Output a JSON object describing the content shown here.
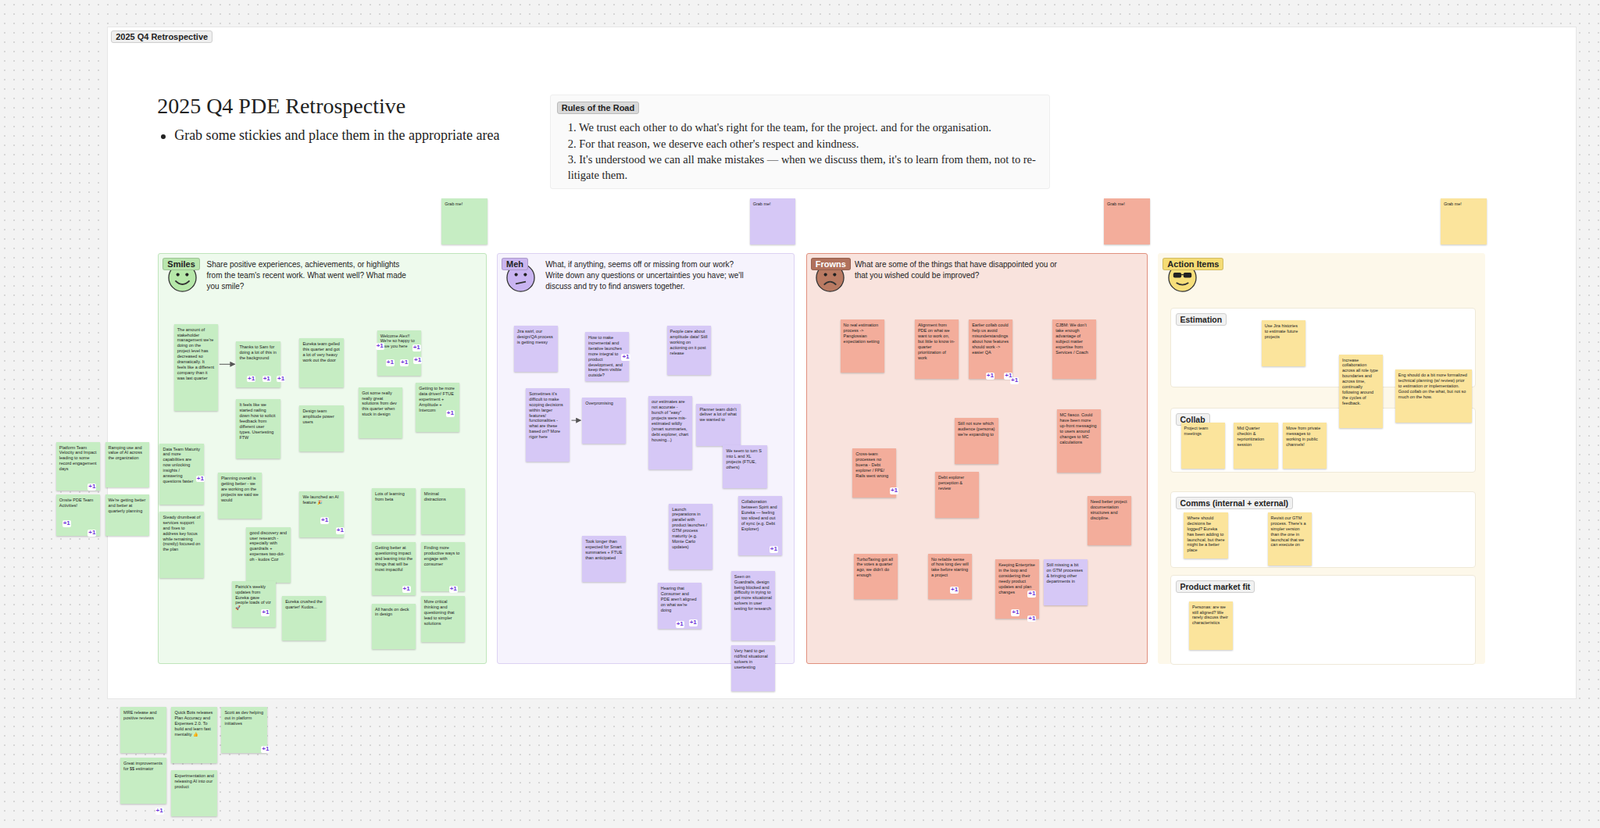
{
  "diagram": {
    "title": "2025 Q4 PDE Retrospective",
    "nodes": [
      {
        "text": [
          "2025 Q4 Retrospective"
        ]
      },
      {
        "text": [
          "Rules of the Road",
          "1. We trust each other to do what's right for the team, for the project. and for the organisation.",
          "2. For that reason, we deserve each other's respect and kindness.",
          "3. It's understood we can all make mistakes — when we discuss them, it's to learn from them, not to re-litigate them."
        ],
        "in": 0
      },
      {
        "text": [
          "Grab me!"
        ],
        "in": 0
      },
      {
        "text": [
          "Smiles",
          "Share positive experiences, achievements, or highlights from the team's recent work. What went well? What made you smile?"
        ],
        "in": 0
      },
      {
        "text": [
          "The amount of stakeholder management we're doing on the project level has decreased so dramatically. It feels like a different company than it was last quarter"
        ],
        "in": 3
      },
      {
        "text": [
          "Thanks to Sam for doing a lot of this in the background"
        ],
        "in": 3
      },
      {
        "text": [
          "Eureka team gelled this quarter and got a lot of very heavy work out the door"
        ],
        "in": 3
      },
      {
        "text": [
          "Welcome Alex!! We're so happy to have you here"
        ],
        "in": 3
      },
      {
        "text": [
          "It feels like we started nailing down how to solicit feedback from different user types. Usertesting FTW"
        ],
        "in": 3
      },
      {
        "text": [
          "Design team amplitude power users"
        ],
        "in": 3
      },
      {
        "text": [
          "Got some really really great solutions from dev this quarter when stuck in design"
        ],
        "in": 3
      },
      {
        "text": [
          "Getting to be more data driven! FTUE experiment + Amplitude + Intercom"
        ],
        "in": 3
      },
      {
        "text": [
          "Data Team Maturity and more capabilities are now unlocking insights / answering questions faster"
        ],
        "in": 3
      },
      {
        "text": [
          "Planning overall is getting better - we are working on the projects we said we would"
        ],
        "in": 3
      },
      {
        "text": [
          "We launched an AI feature 🎉"
        ],
        "in": 3
      },
      {
        "text": [
          "Lots of learning from beta"
        ],
        "in": 3
      },
      {
        "text": [
          "Minimal distractions"
        ],
        "in": 3
      },
      {
        "text": [
          "Steady drumbeat of services support and fixes to address key focus while remaining (mostly) focused on the plan"
        ],
        "in": 3
      },
      {
        "text": [
          "good discovery and user research - especially with guardrails + expenses two-dot-oh - kudos Coz"
        ],
        "in": 3
      },
      {
        "text": [
          "Getting better at questioning impact and leaning into the things that will be most impactful"
        ],
        "in": 3
      },
      {
        "text": [
          "Finding more productive ways to engage with consumer"
        ],
        "in": 3
      },
      {
        "text": [
          "Patrick's weekly updates from Eureka gave people loads of viz 🚀"
        ],
        "in": 3
      },
      {
        "text": [
          "Eureka crushed the quarter! Kudos..."
        ],
        "in": 3
      },
      {
        "text": [
          "All hands on deck in design"
        ],
        "in": 3
      },
      {
        "text": [
          "More critical thinking and questioning that lead to simpler solutions"
        ],
        "in": 3
      },
      {
        "text": [
          "Grab me!"
        ],
        "in": 0
      },
      {
        "text": [
          "Meh",
          "What, if anything, seems off or missing from our work? Write down any questions or uncertainties you have; we'll discuss and try to find answers together."
        ],
        "in": 0
      },
      {
        "text": [
          "Jira swirl, our design/QA process is getting messy"
        ],
        "in": 26
      },
      {
        "text": [
          "How to make incremental and iterative launches more integral to product development, and keep them visible outside?"
        ],
        "in": 26
      },
      {
        "text": [
          "People care about amplitude data! Still working on actioning on it post release"
        ],
        "in": 26
      },
      {
        "text": [
          "Sometimes it's difficult to make scoping decisions within larger features/ functionalities - what are these based on? More rigor here"
        ],
        "in": 26
      },
      {
        "text": [
          "Overpromising"
        ],
        "in": 26
      },
      {
        "text": [
          "our estimates are not accurate - bunch of \"easy\" projects were mis-estimated wildly (smart summaries, debt explorer, chart housing...)"
        ],
        "in": 26
      },
      {
        "text": [
          "Planner team didn't deliver a lot of what we wanted to"
        ],
        "in": 26
      },
      {
        "text": [
          "We seem to turn S into L and XL projects (FTUE, others)"
        ],
        "in": 26
      },
      {
        "text": [
          "Launch preparations in parallel with product launches / GTM process maturity (e.g. Monte Carlo updates)"
        ],
        "in": 26
      },
      {
        "text": [
          "Collaboration between Spirit and Eureka — feeling too siloed and out of sync (e.g. Debt Explorer)"
        ],
        "in": 26
      },
      {
        "text": [
          "Took longer than expected for Smart summaries + FTUE than anticipated"
        ],
        "in": 26
      },
      {
        "text": [
          "Seen on Guardrails, design being blocked and difficulty in trying to get more situational solvers in user testing for research"
        ],
        "in": 26
      },
      {
        "text": [
          "Hearing that Consumer and PDE aren't aligned on what we're doing"
        ],
        "in": 26
      },
      {
        "text": [
          "Very hard to get rid/find situational solvers in usertesting"
        ],
        "in": 26
      },
      {
        "text": [
          "Grab me!"
        ],
        "in": 0
      },
      {
        "text": [
          "Frowns",
          "What are some of the things that have disappointed you or that you wished could be improved?"
        ],
        "in": 0
      },
      {
        "text": [
          "No real estimation process -> Panglossian expectation setting"
        ],
        "in": 42
      },
      {
        "text": [
          "Alignment from PDE on what we want to work on, but little to know in-quarter prioritization of work"
        ],
        "in": 42
      },
      {
        "text": [
          "Earlier collab could help us avoid misunderstandings about how features should work -> easier QA"
        ],
        "in": 42
      },
      {
        "text": [
          "CJBM: We don't take enough advantage of subject matter expertise from Services / Coach"
        ],
        "in": 42
      },
      {
        "text": [
          "Still not sure which audience (persona) we're expanding to"
        ],
        "in": 42
      },
      {
        "text": [
          "MC fiasco. Could have been more up-front messaging to users around changes to MC calculations"
        ],
        "in": 42
      },
      {
        "text": [
          "Cross-team processes no buena - Debt explorer / FPE/ Rails went wrong"
        ],
        "in": 42
      },
      {
        "text": [
          "Debt explorer perception & review"
        ],
        "in": 42
      },
      {
        "text": [
          "Need better project documentation structures and discipline."
        ],
        "in": 42
      },
      {
        "text": [
          "TurboTaxing got all the votes a quarter ago, we didn't do enough"
        ],
        "in": 42
      },
      {
        "text": [
          "No reliable sense of how long dev will take before starting a project"
        ],
        "in": 42
      },
      {
        "text": [
          "Keeping Enterprise in the loop and considering their needy product updates and plan changes"
        ],
        "in": 42
      },
      {
        "text": [
          "Still missing a bit on GTM processes & bringing other departments in"
        ],
        "in": 42
      },
      {
        "text": [
          "Grab me!"
        ],
        "in": 0
      },
      {
        "text": [
          "Action Items"
        ],
        "in": 0
      },
      {
        "text": [
          "Estimation"
        ],
        "in": 57
      },
      {
        "text": [
          "Use Jira histories to estimate future projects"
        ],
        "in": 58
      },
      {
        "text": [
          "Increase collaboration across all role type boundaries and across time, continually following around the cycles of feedback."
        ],
        "in": 58
      },
      {
        "text": [
          "Eng should do a bit more formalized technical planning (w/ review) prior to estimation or implementation. Good collab on the what, but not so much on the how."
        ],
        "in": 58
      },
      {
        "text": [
          "Collab"
        ],
        "in": 57
      },
      {
        "text": [
          "Project team meetings"
        ],
        "in": 62
      },
      {
        "text": [
          "Mid Quarter checkin & reprioritization session"
        ],
        "in": 62
      },
      {
        "text": [
          "Move from private messages to working in public channels!"
        ],
        "in": 62
      },
      {
        "text": [
          "Comms (internal + external)"
        ],
        "in": 57
      },
      {
        "text": [
          "Where should decisions be logged? Eureka has been adding to launchcal, but there might be a better place"
        ],
        "in": 66
      },
      {
        "text": [
          "Revisit our GTM process. There's a simpler version than the one in launchcal that we can execute on"
        ],
        "in": 66
      },
      {
        "text": [
          "Product market fit"
        ],
        "in": 57
      },
      {
        "text": [
          "Personas: are we still aligned? We rarely discuss their characteristics"
        ],
        "in": 69
      },
      {
        "text": [
          "Platform Team Velocity and Impact leading to some record engagement days"
        ]
      },
      {
        "text": [
          "Ramping use and value of AI across the organization"
        ]
      },
      {
        "text": [
          "Onsite PDE Team Activities!"
        ]
      },
      {
        "text": [
          "We're getting better and better at quarterly planning"
        ]
      },
      {
        "text": [
          "MRE release and positive reviews"
        ]
      },
      {
        "text": [
          "Quick Bots releases Plan Accuracy and Expenses 2.0. To build and learn fast mentality 👍"
        ]
      },
      {
        "text": [
          "Scott as dev helping out in platform initiatives"
        ]
      },
      {
        "text": [
          "Great improvements for $$ estimator"
        ]
      },
      {
        "text": [
          "Experimentation and releasing AI into our product"
        ]
      }
    ],
    "edges": [
      {
        "from": 4,
        "to": 5,
        "arrow": "to"
      },
      {
        "from": 30,
        "to": 31,
        "arrow": "to"
      }
    ],
    "labels": [
      "Grab some stickies and place them in the appropriate area",
      "+1",
      "+1",
      "+1",
      "+1",
      "+1",
      "+1",
      "+1",
      "+1",
      "+1",
      "+1",
      "+1",
      "+1",
      "+1",
      "+1",
      "+1",
      "+1",
      "+1",
      "+1",
      "+1",
      "+1",
      "+1",
      "+1",
      "+1",
      "+1",
      "+1",
      "+1",
      "+1",
      "+1",
      "+1",
      "+1",
      "+1",
      "+1"
    ]
  }
}
